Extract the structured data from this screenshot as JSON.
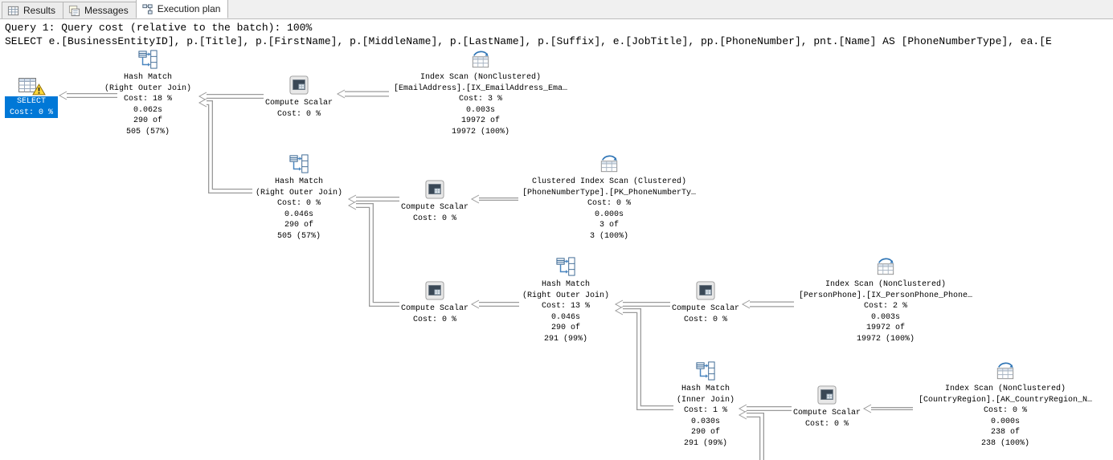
{
  "tabs": [
    {
      "label": "Results",
      "active": false
    },
    {
      "label": "Messages",
      "active": false
    },
    {
      "label": "Execution plan",
      "active": true
    }
  ],
  "query_header": {
    "cost_line": "Query 1: Query cost (relative to the batch): 100%",
    "statement": "SELECT e.[BusinessEntityID], p.[Title], p.[FirstName], p.[MiddleName], p.[LastName], p.[Suffix], e.[JobTitle], pp.[PhoneNumber], pnt.[Name] AS [PhoneNumberType], ea.[E"
  },
  "colors": {
    "selection": "#0078d7",
    "arrow": "#9a9a9a",
    "warning": "#ffd83b",
    "icon_blue": "#2e74b5"
  },
  "plan": {
    "nodes": [
      {
        "op": "select",
        "lines": [
          "SELECT",
          "Cost: 0 %"
        ],
        "selected": true,
        "warning": true
      },
      {
        "op": "hash-match",
        "lines": [
          "Hash Match",
          "(Right Outer Join)",
          "Cost: 18 %",
          "0.062s",
          "290 of",
          "505 (57%)"
        ]
      },
      {
        "op": "compute-scalar",
        "lines": [
          "Compute Scalar",
          "Cost: 0 %"
        ]
      },
      {
        "op": "index-scan",
        "lines": [
          "Index Scan (NonClustered)",
          "[EmailAddress].[IX_EmailAddress_Ema…",
          "Cost: 3 %",
          "0.003s",
          "19972 of",
          "19972 (100%)"
        ]
      },
      {
        "op": "hash-match",
        "lines": [
          "Hash Match",
          "(Right Outer Join)",
          "Cost: 0 %",
          "0.046s",
          "290 of",
          "505 (57%)"
        ]
      },
      {
        "op": "compute-scalar",
        "lines": [
          "Compute Scalar",
          "Cost: 0 %"
        ]
      },
      {
        "op": "clustered-index-scan",
        "lines": [
          "Clustered Index Scan (Clustered)",
          "[PhoneNumberType].[PK_PhoneNumberTy…",
          "Cost: 0 %",
          "0.000s",
          "3 of",
          "3 (100%)"
        ]
      },
      {
        "op": "compute-scalar",
        "lines": [
          "Compute Scalar",
          "Cost: 0 %"
        ]
      },
      {
        "op": "hash-match",
        "lines": [
          "Hash Match",
          "(Right Outer Join)",
          "Cost: 13 %",
          "0.046s",
          "290 of",
          "291 (99%)"
        ]
      },
      {
        "op": "compute-scalar",
        "lines": [
          "Compute Scalar",
          "Cost: 0 %"
        ]
      },
      {
        "op": "index-scan",
        "lines": [
          "Index Scan (NonClustered)",
          "[PersonPhone].[IX_PersonPhone_Phone…",
          "Cost: 2 %",
          "0.003s",
          "19972 of",
          "19972 (100%)"
        ]
      },
      {
        "op": "hash-match",
        "lines": [
          "Hash Match",
          "(Inner Join)",
          "Cost: 1 %",
          "0.030s",
          "290 of",
          "291 (99%)"
        ]
      },
      {
        "op": "compute-scalar",
        "lines": [
          "Compute Scalar",
          "Cost: 0 %"
        ]
      },
      {
        "op": "index-scan",
        "lines": [
          "Index Scan (NonClustered)",
          "[CountryRegion].[AK_CountryRegion_N…",
          "Cost: 0 %",
          "0.000s",
          "238 of",
          "238 (100%)"
        ]
      }
    ]
  }
}
